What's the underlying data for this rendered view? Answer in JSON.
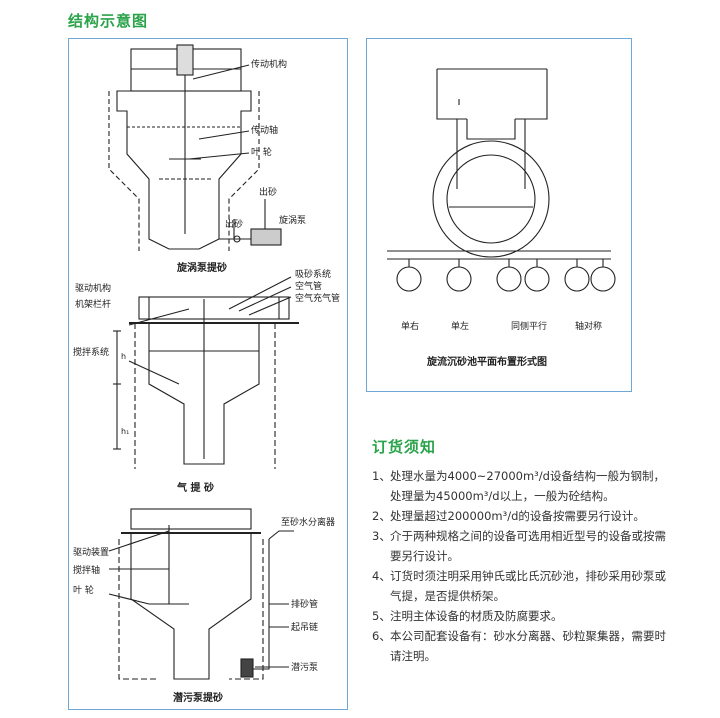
{
  "section_title": "结构示意图",
  "left_diagrams": {
    "vortex": {
      "labels": {
        "drive": "传动机构",
        "shaft": "传动轴",
        "impeller": "叶  轮",
        "sand_out_top": "出砂",
        "sand_out": "出砂",
        "pump": "旋涡泵"
      },
      "caption": "旋涡泵提砂"
    },
    "air": {
      "labels": {
        "drive": "驱动机构",
        "railing": "机架栏杆",
        "suction": "吸砂系统",
        "air_pipe": "空气管",
        "air_charge": "空气充气管",
        "stir": "搅拌系统",
        "h": "h",
        "h1": "h₁"
      },
      "caption": "气  提  砂"
    },
    "submersible": {
      "labels": {
        "separator": "至砂水分离器",
        "drive": "驱动装置",
        "stir_shaft": "搅拌轴",
        "impeller": "叶  轮",
        "sand_pipe": "排砂管",
        "chain": "起吊链",
        "pump": "潜污泵"
      },
      "caption": "潜污泵提砂"
    }
  },
  "plan_diagram": {
    "caption": "旋流沉砂池平面布置形式图",
    "layouts": [
      "单右",
      "单左",
      "同侧平行",
      "轴对称"
    ]
  },
  "ordering": {
    "title": "订货须知",
    "items": [
      {
        "num": "1、",
        "text": "处理水量为4000~27000m³/d设备结构一般为钢制，处理量为45000m³/d以上，一般为砼结构。"
      },
      {
        "num": "2、",
        "text": "处理量超过200000m³/d的设备按需要另行设计。"
      },
      {
        "num": "3、",
        "text": "介于两种规格之间的设备可选用相近型号的设备或按需要另行设计。"
      },
      {
        "num": "4、",
        "text": "订货时须注明采用钟氏或比氏沉砂池，排砂采用砂泵或气提，是否提供桥架。"
      },
      {
        "num": "5、",
        "text": "注明主体设备的材质及防腐要求。"
      },
      {
        "num": "6、",
        "text": "本公司配套设备有：砂水分离器、砂粒聚集器，需要时请注明。"
      }
    ]
  }
}
